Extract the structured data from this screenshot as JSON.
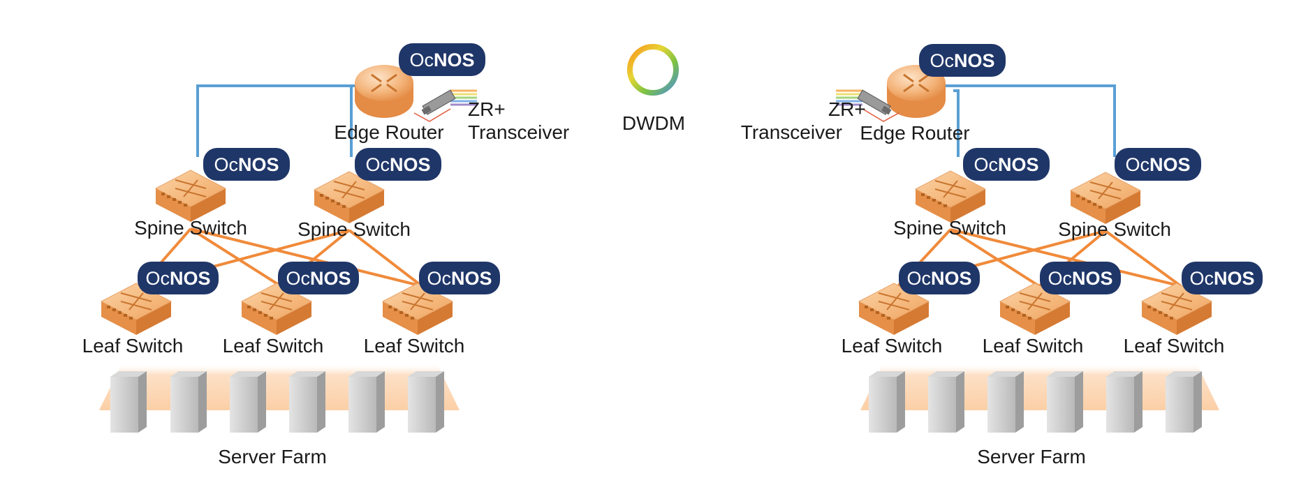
{
  "colors": {
    "badge": "#1f3668",
    "mgmt_link": "#5a9fd4",
    "fabric_link": "#f08a3a",
    "device": "#f0a560",
    "server": "#c7c7c7",
    "server_farm_glow": "#fbd3b0"
  },
  "badge": {
    "prefix": "Oc",
    "suffix": "NOS"
  },
  "center": {
    "dwdm_label": "DWDM",
    "ring_icon": "dwdm-fiber-ring-icon"
  },
  "sites": [
    {
      "id": "left",
      "edge_router": {
        "label": "Edge Router",
        "icon": "router-icon"
      },
      "transceiver": {
        "line1": "ZR+",
        "line2": "Transceiver",
        "icon": "zr-transceiver-icon"
      },
      "spines": [
        {
          "label": "Spine Switch"
        },
        {
          "label": "Spine Switch"
        }
      ],
      "leaves": [
        {
          "label": "Leaf Switch"
        },
        {
          "label": "Leaf Switch"
        },
        {
          "label": "Leaf Switch"
        }
      ],
      "server_farm": {
        "label": "Server Farm",
        "server_count": 6
      }
    },
    {
      "id": "right",
      "edge_router": {
        "label": "Edge Router",
        "icon": "router-icon"
      },
      "transceiver": {
        "line1": "ZR+",
        "line2": "Transceiver",
        "icon": "zr-transceiver-icon"
      },
      "spines": [
        {
          "label": "Spine Switch"
        },
        {
          "label": "Spine Switch"
        }
      ],
      "leaves": [
        {
          "label": "Leaf Switch"
        },
        {
          "label": "Leaf Switch"
        },
        {
          "label": "Leaf Switch"
        }
      ],
      "server_farm": {
        "label": "Server Farm",
        "server_count": 6
      }
    }
  ]
}
